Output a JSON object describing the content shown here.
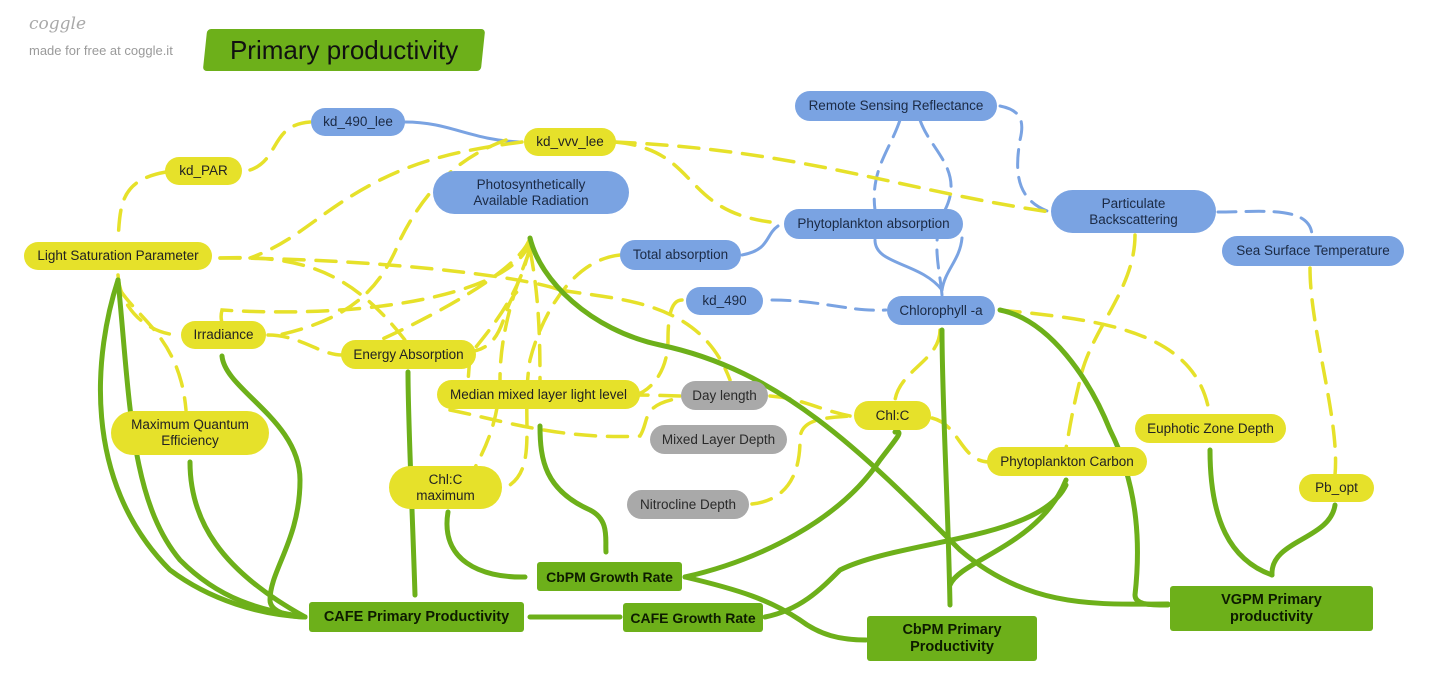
{
  "brand": {
    "logo": "coggle",
    "tagline": "made for free at coggle.it"
  },
  "title": "Primary productivity",
  "colors": {
    "yellow": "#e6e12a",
    "blue": "#7aa3e2",
    "gray": "#a9a9a9",
    "green": "#6db01a"
  },
  "nodes": {
    "kd_490_lee": "kd_490_lee",
    "kd_vvv_lee": "kd_vvv_lee",
    "kd_par": "kd_PAR",
    "par": "Photosynthetically\nAvailable Radiation",
    "rrs": "Remote Sensing Reflectance",
    "bbp": "Particulate\nBackscattering",
    "aph": "Phytoplankton absorption",
    "at": "Total absorption",
    "sst": "Sea Surface Temperature",
    "lsp": "Light Saturation Parameter",
    "kd_490": "kd_490",
    "chl": "Chlorophyll -a",
    "irradiance": "Irradiance",
    "energy": "Energy Absorption",
    "mmll": "Median mixed layer light level",
    "daylength": "Day length",
    "chlc": "Chl:C",
    "mld": "Mixed Layer Depth",
    "mqe": "Maximum Quantum\nEfficiency",
    "ezd": "Euphotic Zone Depth",
    "cphyto": "Phytoplankton Carbon",
    "chlcmax": "Chl:C\nmaximum",
    "pbopt": "Pb_opt",
    "nitro": "Nitrocline Depth",
    "cbpm_gr": "CbPM Growth Rate",
    "cafe_pp": "CAFE Primary Productivity",
    "cafe_gr": "CAFE Growth Rate",
    "cbpm_pp": "CbPM Primary\nProductivity",
    "vgpm_pp": "VGPM Primary\nproductivity"
  }
}
